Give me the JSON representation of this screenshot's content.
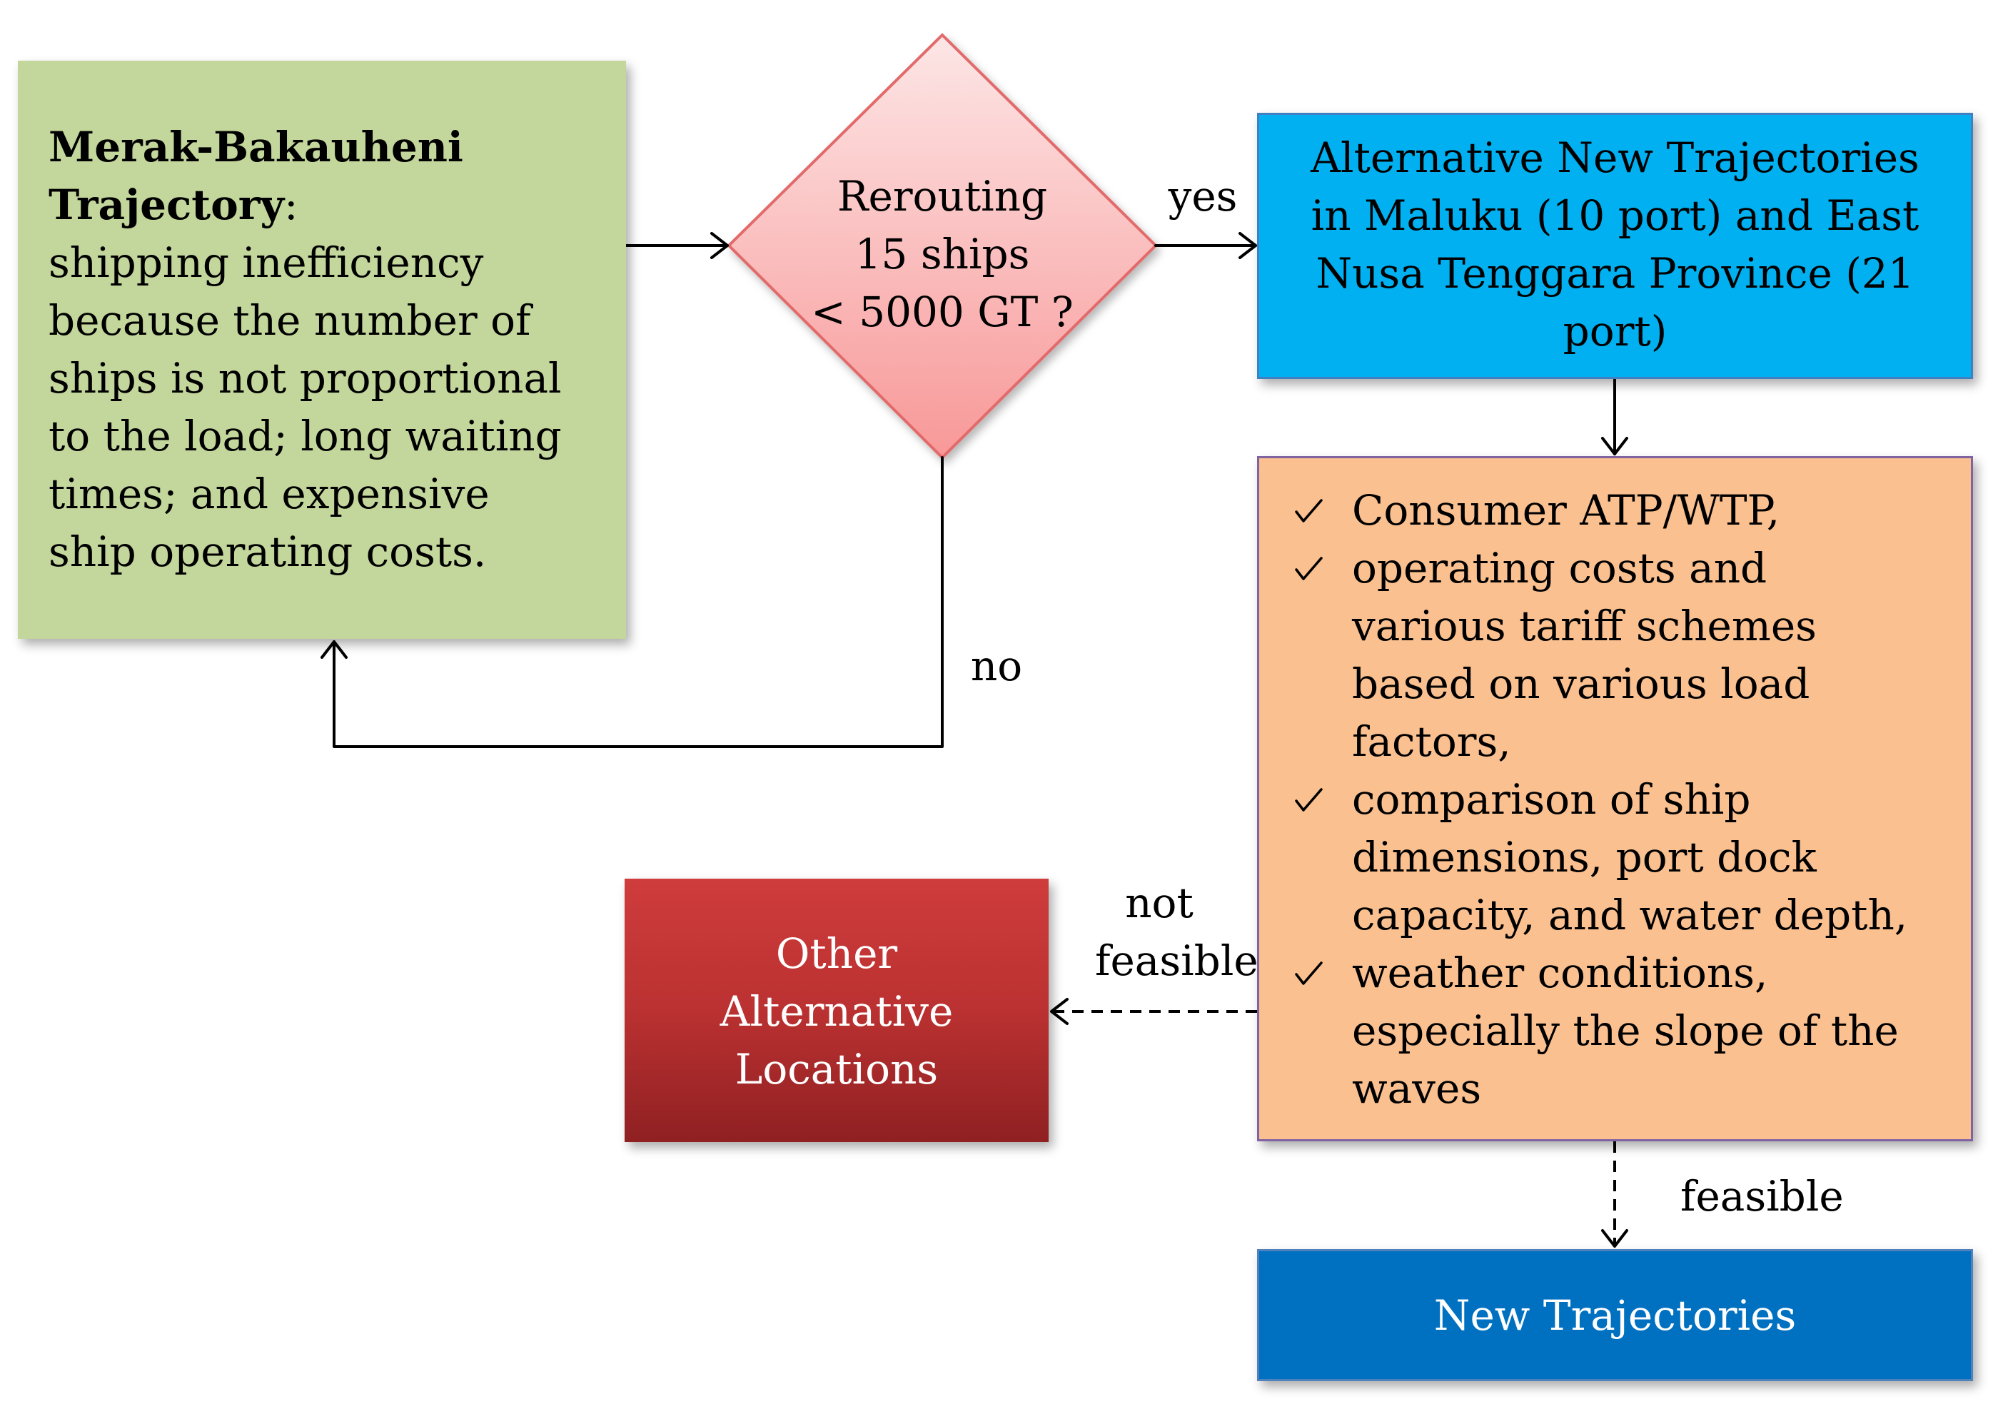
{
  "diagram": {
    "problem": {
      "title": "Merak-Bakauheni",
      "title_cont": "Trajectory",
      "title_suffix": ":",
      "lines": [
        "shipping inefficiency",
        "because the number of",
        "ships is not proportional",
        "to the load; long waiting",
        "times; and expensive",
        "ship operating costs."
      ],
      "fill": "#c3d69b"
    },
    "decision": {
      "lines": [
        "Rerouting",
        "15 ships",
        "< 5000 GT ?"
      ],
      "fill_top": "#fde6e6",
      "fill_bottom": "#f89898",
      "stroke": "#e26a6a"
    },
    "alternatives": {
      "lines": [
        "Alternative New Trajectories",
        "in Maluku (10 port) and East",
        "Nusa Tenggara Province (21",
        "port)"
      ],
      "fill": "#00b0f0"
    },
    "criteria": {
      "bullet_icon": "check-icon",
      "items": [
        {
          "lines": [
            "Consumer ATP/WTP,"
          ]
        },
        {
          "lines": [
            "operating costs and",
            "various tariff schemes",
            "based on various load",
            "factors,"
          ]
        },
        {
          "lines": [
            "comparison of ship",
            "dimensions, port dock",
            "capacity, and water depth,"
          ]
        },
        {
          "lines": [
            "weather conditions,",
            "especially the slope of the",
            "waves"
          ]
        }
      ],
      "fill": "#fac090",
      "border": "#8064a2"
    },
    "other_locations": {
      "lines": [
        "Other",
        "Alternative",
        "Locations"
      ],
      "fill": "#bb3131"
    },
    "result": {
      "label": "New Trajectories",
      "fill": "#0070c0"
    }
  },
  "edge_labels": {
    "yes": "yes",
    "no": "no",
    "not_feasible": [
      "not",
      "feasible"
    ],
    "feasible": "feasible"
  }
}
